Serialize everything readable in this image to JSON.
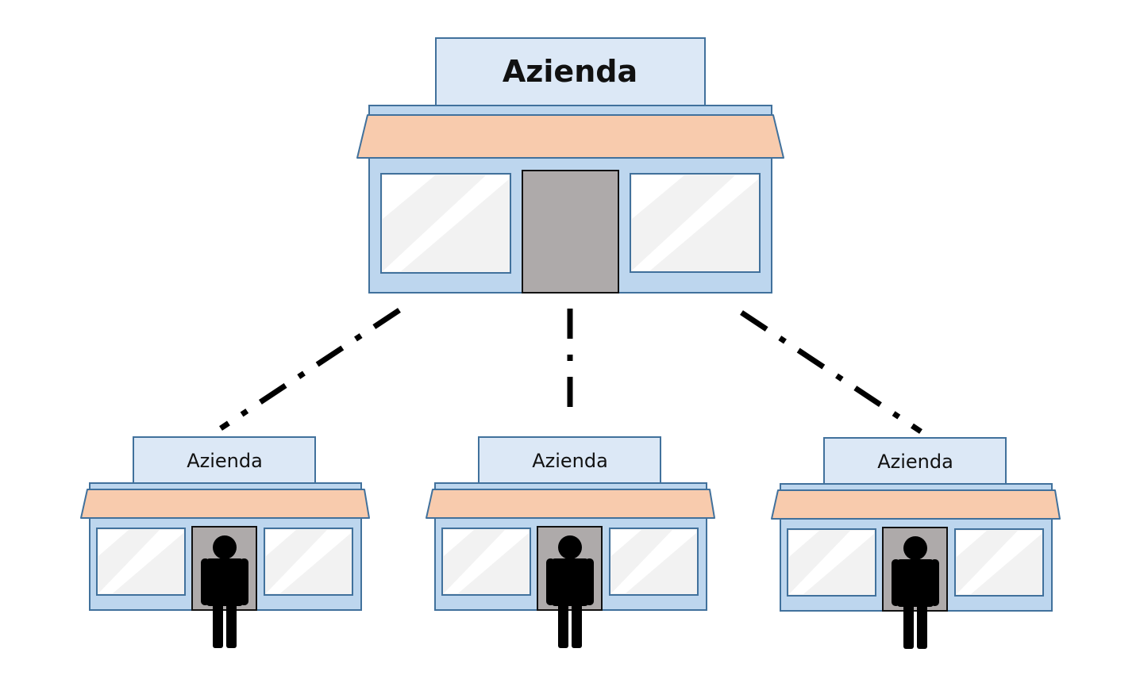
{
  "colors": {
    "sign_fill": "#dce8f6",
    "building_fill": "#bdd6ee",
    "outline": "#41719c",
    "awning_fill": "#f8cbad",
    "window_fill": "#f2f2f2",
    "door_fill": "#aeaaaa",
    "connector": "#000000",
    "person": "#000000"
  },
  "main_store": {
    "label": "Azienda"
  },
  "branch_stores": [
    {
      "label": "Azienda",
      "connector_style": "dash-dot"
    },
    {
      "label": "Azienda",
      "connector_style": "dash-dot"
    },
    {
      "label": "Azienda",
      "connector_style": "dash-dot"
    }
  ]
}
